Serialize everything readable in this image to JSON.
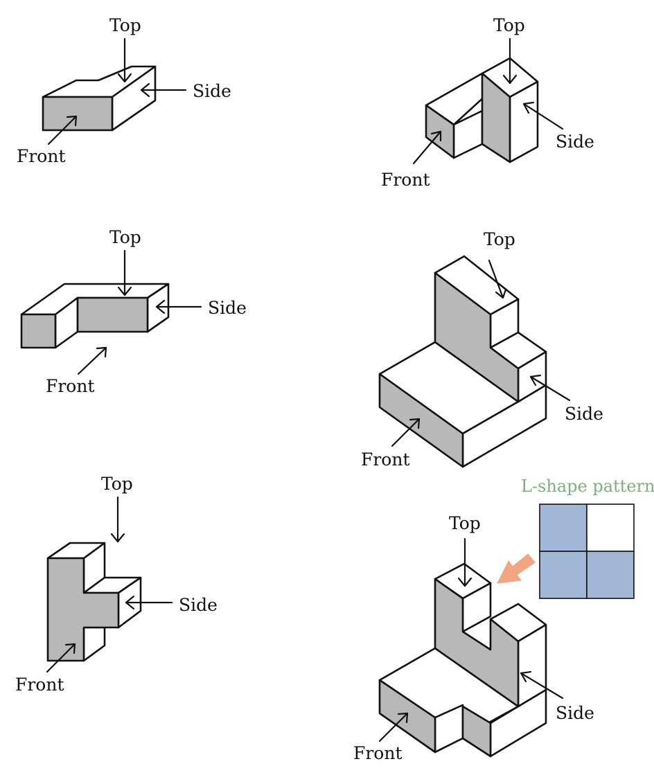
{
  "labels": {
    "top": "Top",
    "side": "Side",
    "front": "Front"
  },
  "pattern_label": "L-shape pattern",
  "pattern_cells": [
    "filled",
    "empty",
    "filled",
    "filled"
  ],
  "colors": {
    "front_face": "#b8b8b8",
    "face": "#ffffff",
    "edge": "#111111",
    "pattern_fill": "#a2b6d8",
    "pattern_label": "#79b37a",
    "pointer_arrow": "#f2a583"
  }
}
